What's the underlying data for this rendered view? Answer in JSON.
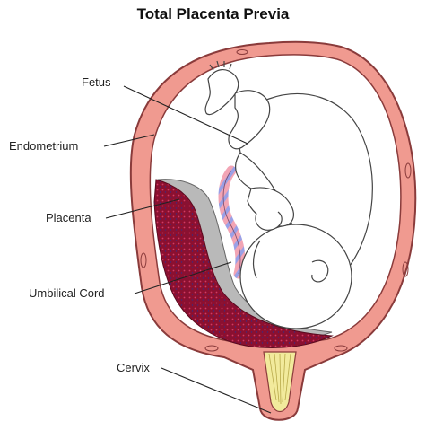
{
  "title": "Total Placenta Previa",
  "labels": {
    "fetus": "Fetus",
    "endometrium": "Endometrium",
    "placenta": "Placenta",
    "umbilical_cord": "Umbilical Cord",
    "cervix": "Cervix"
  },
  "colors": {
    "uterine_wall": "#f09a90",
    "wall_outline": "#8a3b3b",
    "placenta": "#8b1030",
    "placenta_membrane": "#b9b9b9",
    "cord_pink": "#f2a5b5",
    "cord_blue": "#9aa0e6",
    "cervix_fill": "#f2ea9c"
  }
}
